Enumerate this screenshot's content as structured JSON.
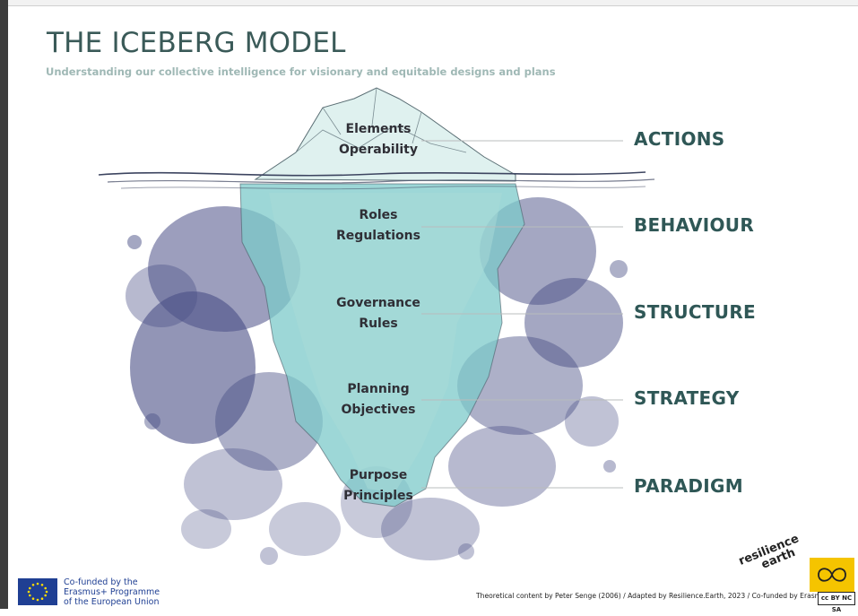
{
  "header": {
    "title": "THE ICEBERG MODEL",
    "subtitle": "Understanding our collective intelligence for visionary and equitable designs and plans"
  },
  "iceberg_labels": [
    {
      "line1": "Elements",
      "line2": "Operability"
    },
    {
      "line1": "Roles",
      "line2": "Regulations"
    },
    {
      "line1": "Governance",
      "line2": "Rules"
    },
    {
      "line1": "Planning",
      "line2": "Objectives"
    },
    {
      "line1": "Purpose",
      "line2": "Principles"
    }
  ],
  "levels": [
    "ACTIONS",
    "BEHAVIOUR",
    "STRUCTURE",
    "STRATEGY",
    "PARADIGM"
  ],
  "footer": {
    "eu_line1": "Co-funded by the",
    "eu_line2": "Erasmus+ Programme",
    "eu_line3": "of the European Union",
    "credits": "Theoretical content by Peter Senge (2006) / Adapted by Resilience.Earth, 2023 / Co-funded by Erasmus +",
    "logo_line1": "resilience",
    "logo_line2": "earth",
    "cc_badge": "cc BY NC SA"
  },
  "colors": {
    "title": "#3a5a58",
    "level_text": "#2f5756",
    "ink_splash": "#4a4f86",
    "ice": "#7cc9c9",
    "eu_blue": "#1f3f93",
    "logo_yellow": "#f5c400"
  }
}
